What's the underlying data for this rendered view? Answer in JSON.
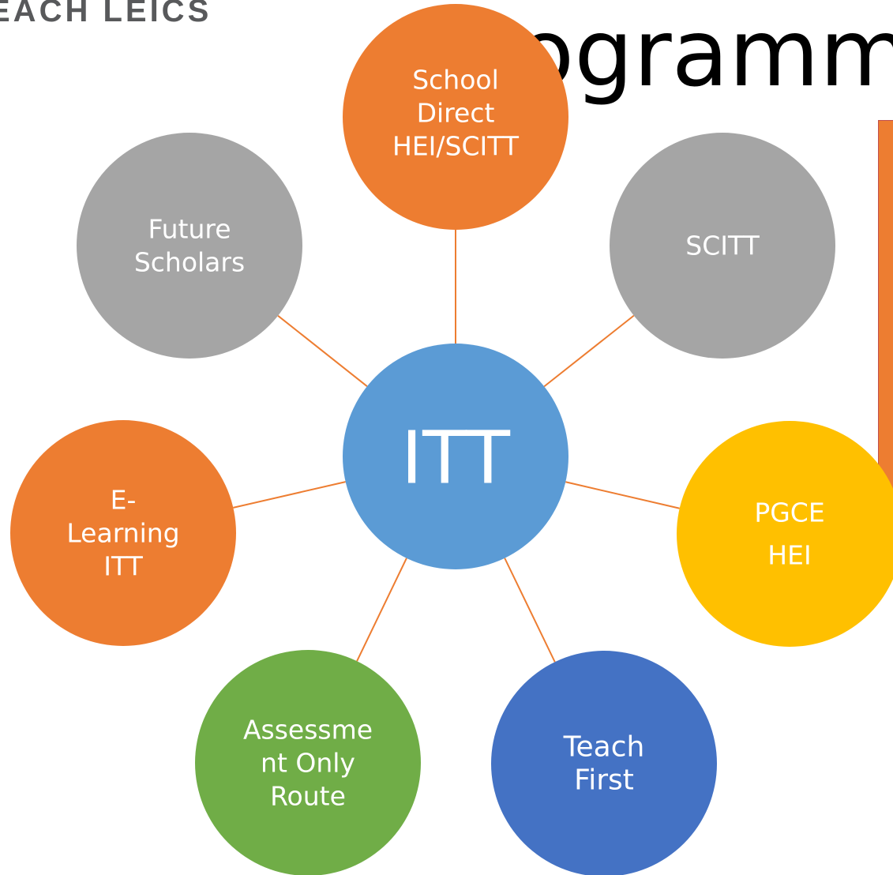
{
  "header": {
    "brand": "EACH LEICS",
    "title": "ogramm"
  },
  "diagram": {
    "center": {
      "label": "ITT",
      "color": "#5b9bd5"
    },
    "connector_color": "#ed7d31",
    "nodes": [
      {
        "id": "school-direct",
        "lines": [
          "School",
          "Direct",
          "HEI/SCITT"
        ],
        "color": "#ed7d31"
      },
      {
        "id": "scitt",
        "lines": [
          "SCITT"
        ],
        "color": "#a5a5a5"
      },
      {
        "id": "pgce-hei",
        "lines": [
          "PGCE",
          "HEI"
        ],
        "color": "#ffc000"
      },
      {
        "id": "teach-first",
        "lines": [
          "Teach",
          "First"
        ],
        "color": "#4472c4"
      },
      {
        "id": "assessment-only-route",
        "lines": [
          "Assessme",
          "nt Only",
          "Route"
        ],
        "color": "#70ad47"
      },
      {
        "id": "e-learning-itt",
        "lines": [
          "E-",
          "Learning",
          "ITT"
        ],
        "color": "#ed7d31"
      },
      {
        "id": "future-scholars",
        "lines": [
          "Future",
          "Scholars"
        ],
        "color": "#a5a5a5"
      }
    ]
  },
  "panel": {
    "color": "#ed7d31"
  }
}
